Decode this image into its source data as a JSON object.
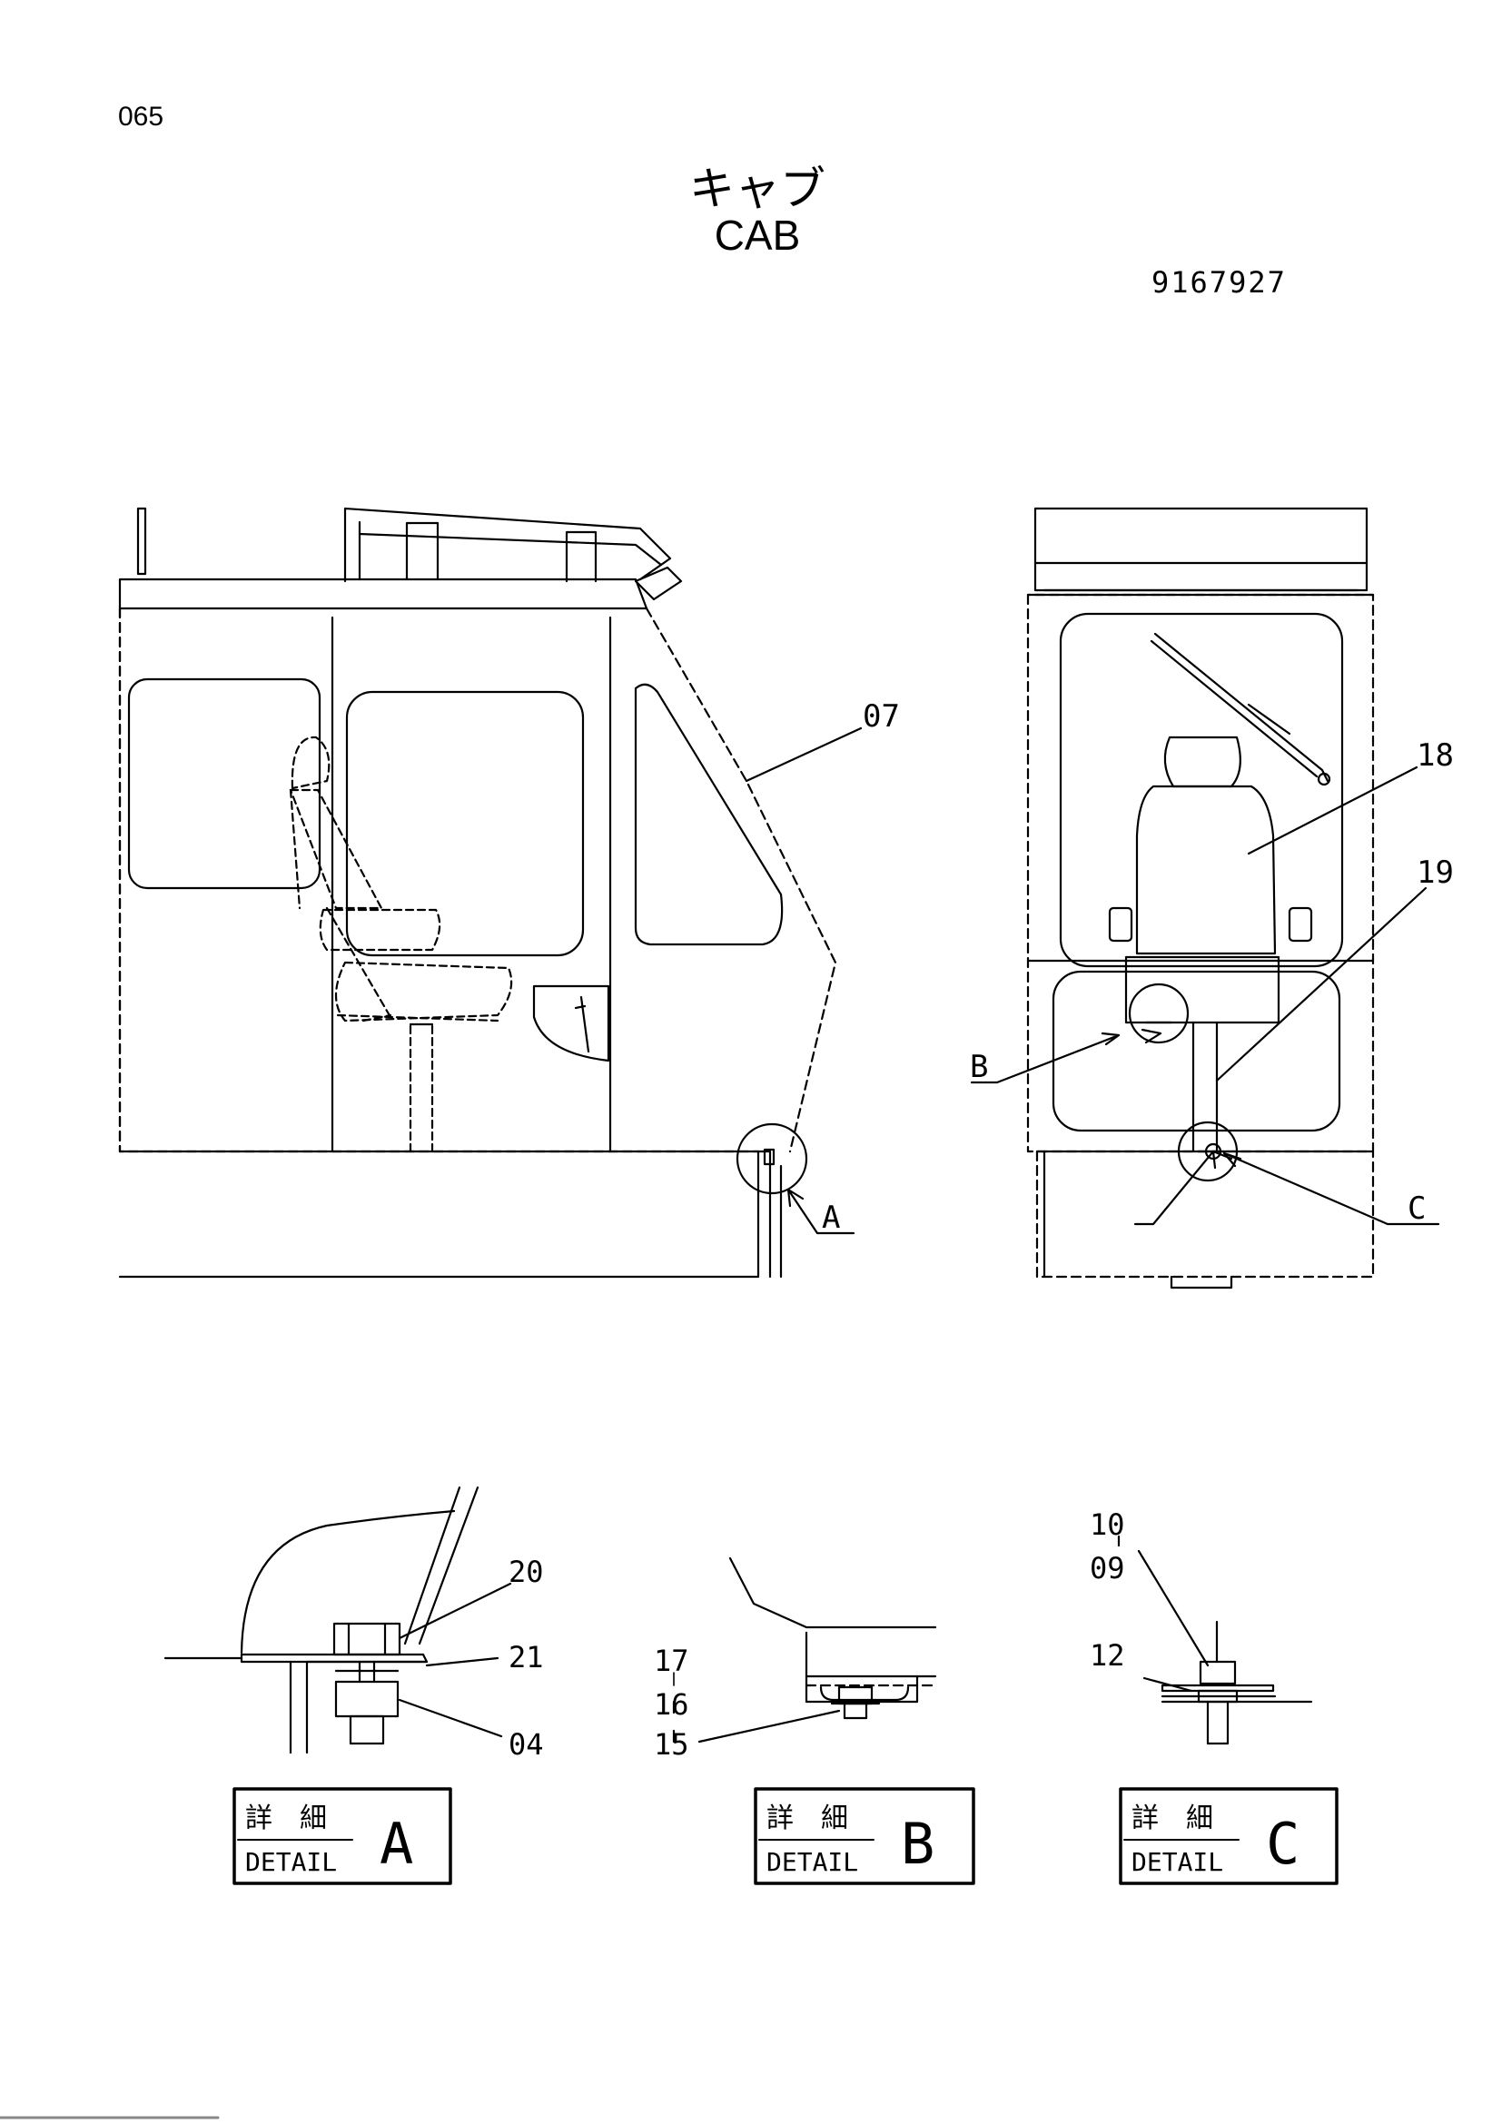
{
  "header": {
    "page_number": "065",
    "title_jp": "キャブ",
    "title_en": "CAB",
    "part_number": "9167927"
  },
  "callouts": {
    "c07": "07",
    "c18": "18",
    "c19": "19",
    "cA": "A",
    "cB": "B",
    "cC": "C",
    "c20": "20",
    "c21": "21",
    "c04": "04",
    "c17": "17",
    "c16": "16",
    "c15": "15",
    "c10": "10",
    "c09": "09",
    "c12": "12"
  },
  "details": [
    {
      "jp_left": "詳",
      "jp_right": "細",
      "label": "DETAIL",
      "letter": "A"
    },
    {
      "jp_left": "詳",
      "jp_right": "細",
      "label": "DETAIL",
      "letter": "B"
    },
    {
      "jp_left": "詳",
      "jp_right": "細",
      "label": "DETAIL",
      "letter": "C"
    }
  ]
}
